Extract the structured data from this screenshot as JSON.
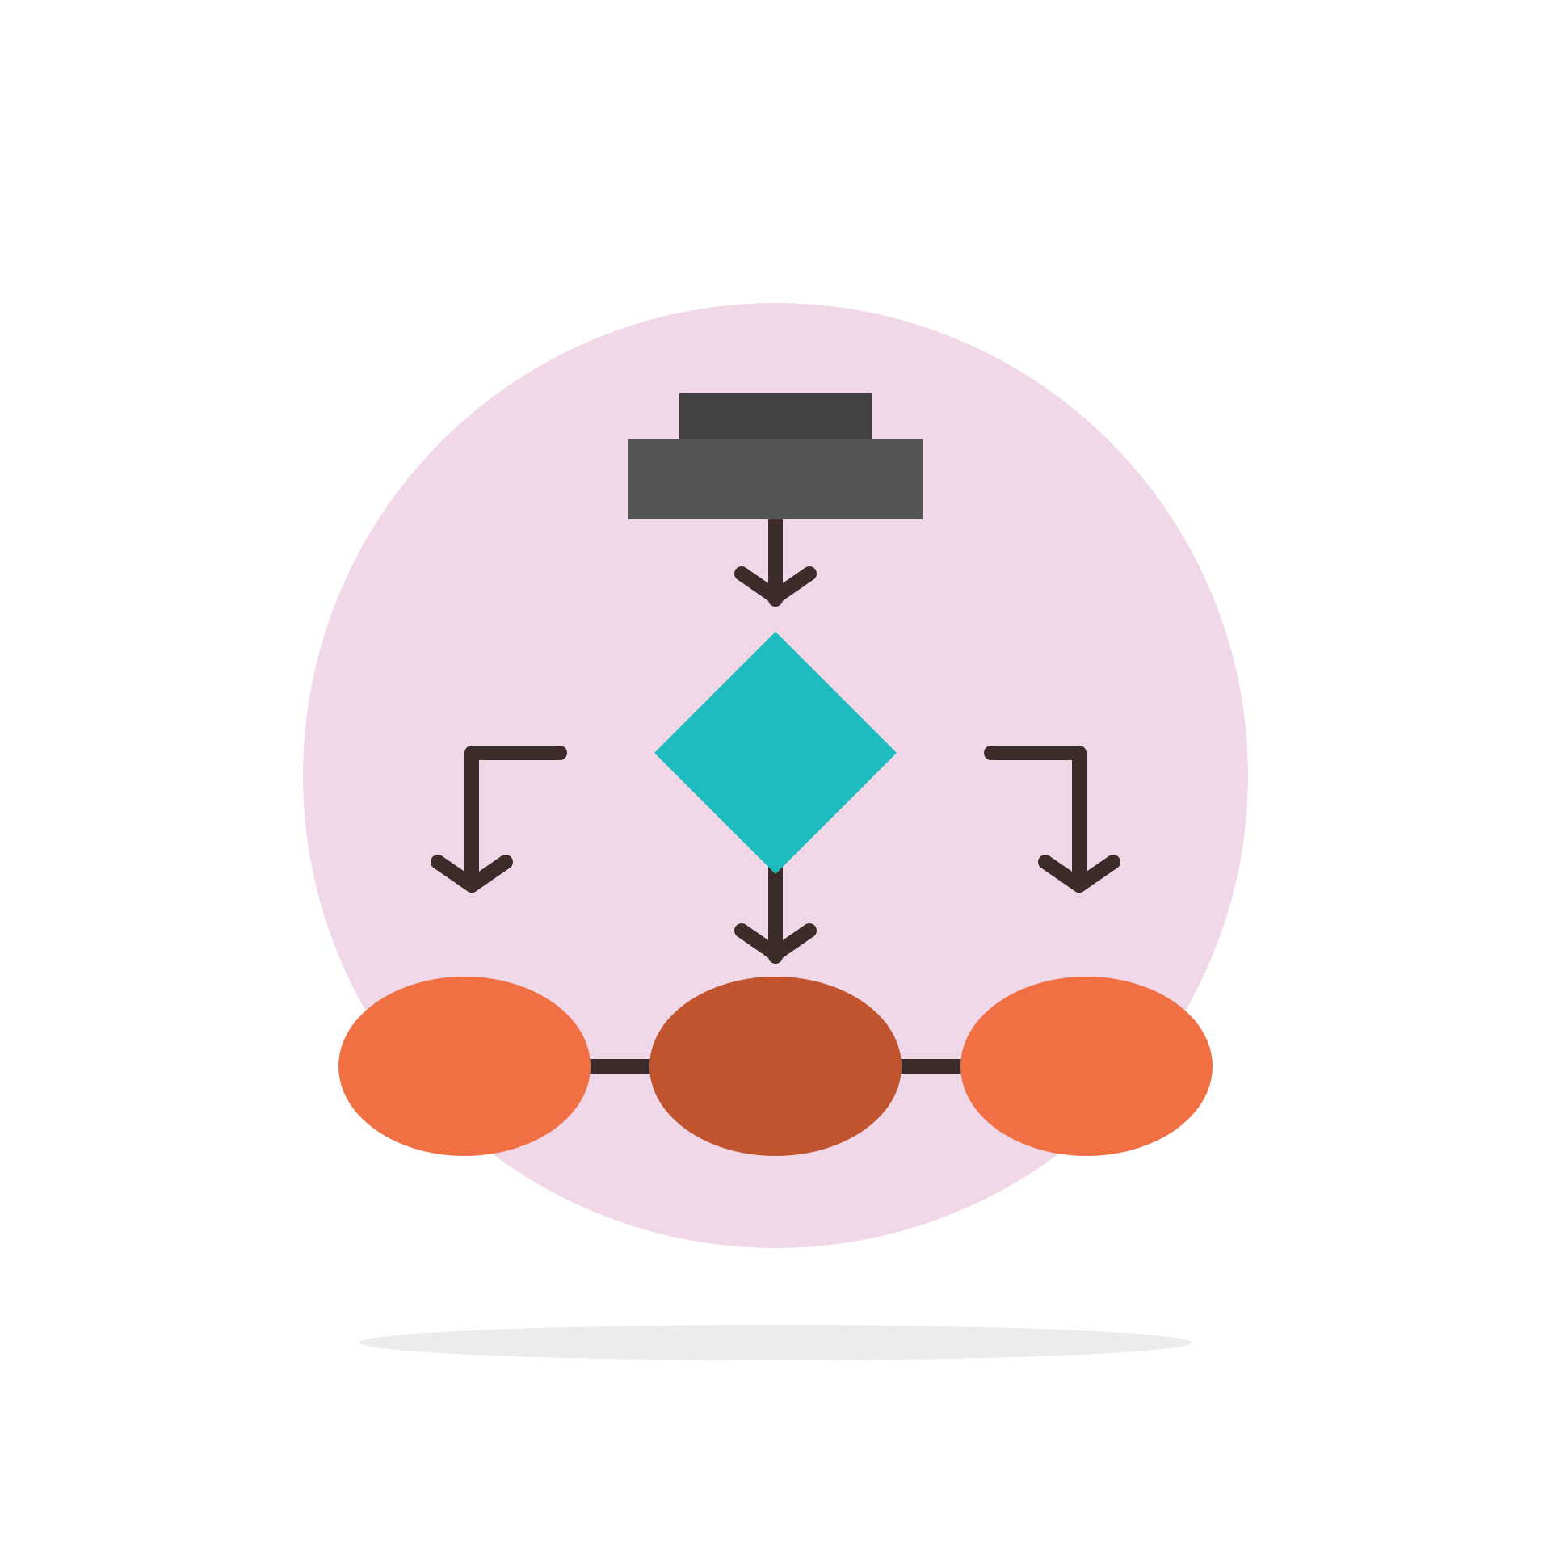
{
  "icon": "flowchart-icon",
  "colors": {
    "background": "#ffffff",
    "circle": "#f0d8e8",
    "shadow": "#ececec",
    "block_top": "#424242",
    "block_bottom": "#545454",
    "decision": "#1fbcbf",
    "connector": "#3b2c29",
    "node_side": "#f07044",
    "node_center": "#c0542e"
  },
  "nodes": [
    {
      "name": "process-block",
      "shape": "stacked-rectangles"
    },
    {
      "name": "decision-diamond",
      "shape": "diamond"
    },
    {
      "name": "left-terminal",
      "shape": "ellipse"
    },
    {
      "name": "center-terminal",
      "shape": "ellipse"
    },
    {
      "name": "right-terminal",
      "shape": "ellipse"
    }
  ],
  "connectors": [
    {
      "from": "process-block",
      "to": "decision-diamond",
      "style": "arrow"
    },
    {
      "from": "decision-diamond",
      "to": "left-terminal",
      "style": "elbow-arrow"
    },
    {
      "from": "decision-diamond",
      "to": "center-terminal",
      "style": "arrow"
    },
    {
      "from": "decision-diamond",
      "to": "right-terminal",
      "style": "elbow-arrow"
    },
    {
      "from": "left-terminal",
      "to": "center-terminal",
      "style": "line"
    },
    {
      "from": "center-terminal",
      "to": "right-terminal",
      "style": "line"
    }
  ]
}
